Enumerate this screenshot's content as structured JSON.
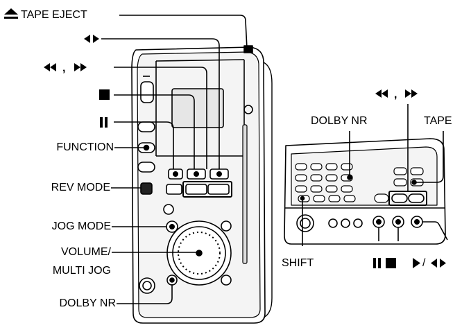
{
  "left_callouts": {
    "tape_eject": {
      "icon": "eject-icon",
      "label": "TAPE EJECT"
    },
    "play_reverse": {
      "icon": "play-reverse-icon"
    },
    "rew_ff": {
      "icons": [
        "rewind-icon",
        "fast-forward-icon"
      ],
      "separator": ","
    },
    "stop": {
      "icon": "stop-icon"
    },
    "pause": {
      "icon": "pause-icon"
    },
    "function": "FUNCTION",
    "rev_mode": "REV MODE",
    "jog_mode": "JOG MODE",
    "volume_line1": "VOLUME/",
    "volume_line2": "MULTI JOG",
    "dolby_nr": "DOLBY NR"
  },
  "right_callouts": {
    "rew_ff": {
      "icons": [
        "rewind-icon",
        "fast-forward-icon"
      ],
      "separator": ","
    },
    "dolby_nr": "DOLBY NR",
    "tape": "TAPE",
    "shift": "SHIFT",
    "pause_stop": {
      "icons": [
        "pause-icon",
        "stop-icon"
      ]
    },
    "play_reverse": {
      "icons": [
        "play-icon",
        "play-reverse-icon"
      ],
      "separator": "/"
    }
  },
  "colors": {
    "line": "#000000",
    "body": "#ffffff",
    "shade": "#d0d0d0"
  }
}
